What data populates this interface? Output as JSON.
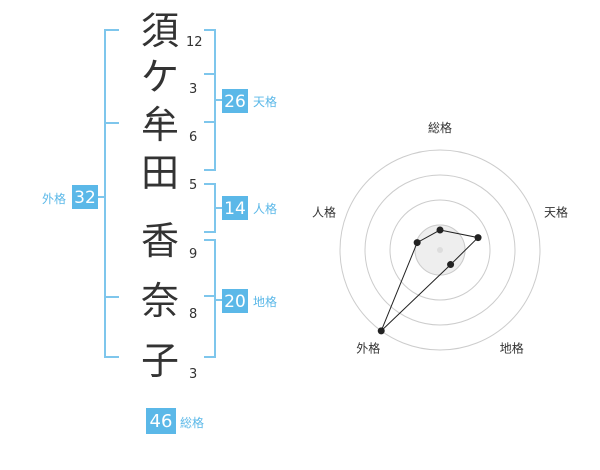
{
  "name": {
    "characters": [
      "須",
      "ケ",
      "牟",
      "田",
      "香",
      "奈",
      "子"
    ],
    "strokes": [
      "12",
      "3",
      "6",
      "5",
      "9",
      "8",
      "3"
    ]
  },
  "kakusu": {
    "tenkaku": {
      "value": "26",
      "label": "天格"
    },
    "jinkaku": {
      "value": "14",
      "label": "人格"
    },
    "chikaku": {
      "value": "20",
      "label": "地格"
    },
    "gaikaku": {
      "value": "32",
      "label": "外格"
    },
    "soukaku": {
      "value": "46",
      "label": "総格"
    }
  },
  "colors": {
    "accent": "#5bb8e8",
    "bracket": "#7ec6ec",
    "text": "#333333",
    "ring": "#cccccc"
  },
  "chart_data": {
    "type": "radar",
    "axes": [
      "総格",
      "天格",
      "地格",
      "外格",
      "人格"
    ],
    "levels": 4,
    "values": [
      0.2,
      0.4,
      0.18,
      1.0,
      0.24
    ]
  }
}
